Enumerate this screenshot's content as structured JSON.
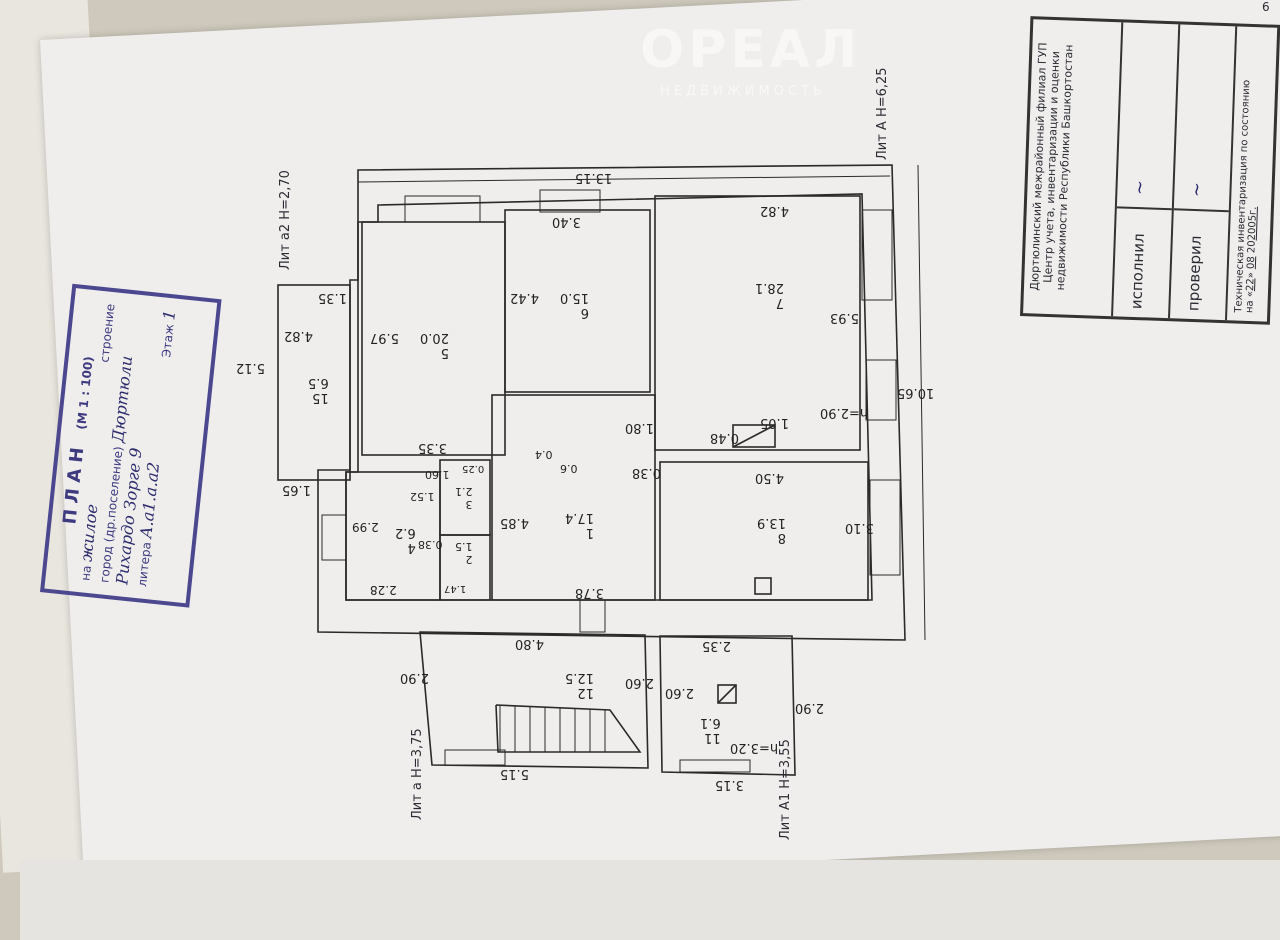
{
  "stamp": {
    "title": "ПЛАН",
    "scale": "(М 1 : 100)",
    "na_label": "на",
    "na_value": "жилое",
    "stroenie_label": "строение",
    "city_label": "город (др.поселение)",
    "city_value": "Дюртюли",
    "street_value": "Рихардо Зорге 9",
    "litera_label": "литера",
    "litera_value": "А.а1.а.а2",
    "etazh_label": "Этаж",
    "etazh_value": "1"
  },
  "title_block": {
    "org": "Дюртюлинский межрайонный филиал ГУП Центр учета, инвентаризации и оценки недвижимости Республики Башкортостан",
    "performed_label": "исполнил",
    "checked_label": "проверил",
    "footer": "Техническая инвентаризация по состоянию",
    "date_prefix": "на",
    "day": "22",
    "month": "08",
    "year": "2005г.",
    "sheet": "6"
  },
  "watermark": {
    "brand": "ОРЕАЛ",
    "sub": "НЕДВИЖИМОСТЬ"
  },
  "rooms": [
    {
      "num": "1",
      "area": "17.4"
    },
    {
      "num": "2",
      "area": "1.5"
    },
    {
      "num": "3",
      "area": "2.1"
    },
    {
      "num": "4",
      "area": "6.2"
    },
    {
      "num": "5",
      "area": "20.0"
    },
    {
      "num": "6",
      "area": "15.0"
    },
    {
      "num": "7",
      "area": "28.1"
    },
    {
      "num": "8",
      "area": "13.9"
    },
    {
      "num": "11",
      "area": "6.1"
    },
    {
      "num": "12",
      "area": "12.5"
    },
    {
      "num": "15",
      "area": "6.5"
    }
  ],
  "dims": [
    "13.15",
    "10.65",
    "4.82",
    "3.40",
    "5.97",
    "4.42",
    "5.93",
    "3.35",
    "1.80",
    "0.48",
    "1.05",
    "h=2.90",
    "0.38",
    "4.50",
    "3.10",
    "4.85",
    "3.78",
    "0.4",
    "0.6",
    "2.99",
    "2.28",
    "1.52",
    "1.60",
    "0.25",
    "0.38",
    "1.47",
    "1.35",
    "5.12",
    "4.82",
    "1.65",
    "4.80",
    "2.35",
    "2.90",
    "2.60",
    "2.60",
    "h=3.20",
    "2.90",
    "5.15",
    "3.15"
  ],
  "liters": [
    "Лит А H=6,25",
    "Лит а2 H=2,70",
    "Лит а H=3,75",
    "Лит А1 H=3,55"
  ]
}
